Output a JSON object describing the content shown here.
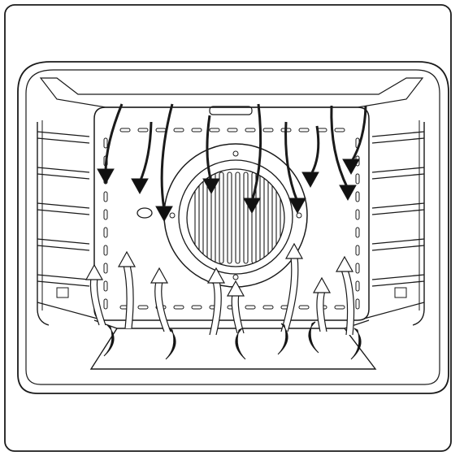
{
  "diagram": {
    "subject": "oven-cavity-airflow",
    "colors": {
      "line": "#1a1a1a",
      "background": "#ffffff",
      "hot_arrow_fill": "#111111",
      "cool_arrow_fill": "#ffffff"
    },
    "rack_rungs_per_side": 5,
    "fan_grille_slots": 11,
    "arrows": {
      "hot_downward_count": 9,
      "cool_upward_count": 8,
      "curl_count": 6
    }
  }
}
